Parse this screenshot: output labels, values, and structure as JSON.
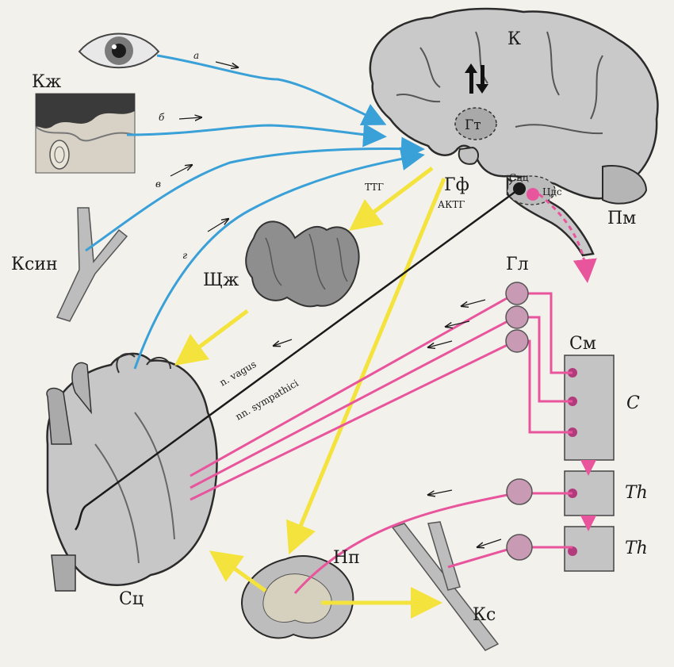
{
  "colors": {
    "afferent": "#3aa0d8",
    "hormone": "#f3e33c",
    "sympathetic": "#e8559c",
    "vagus": "#1a1a1a",
    "organ": "#bdbdbd",
    "organ_dark": "#6e6e6e",
    "background": "#f3f1ec"
  },
  "labels": {
    "cortex": "К",
    "hypothalamus": "Гт",
    "pituitary": "Гф",
    "medulla": "Пм",
    "cardio_center": "Сцц",
    "respiratory_center": "Цдс",
    "skin": "Кж",
    "vessel_receptor": "Ксин",
    "thyroid": "Щж",
    "heart": "Сц",
    "adrenal": "Нп",
    "vessel": "Кс",
    "ganglion": "Гл",
    "spinal_cord": "См",
    "seg_c": "C",
    "seg_th1": "Th",
    "seg_th2": "Th",
    "tsh": "ТТГ",
    "acth": "АКТГ",
    "n_vagus": "n. vagus",
    "nn_sympathici": "nn. sympathici",
    "path_a": "а",
    "path_b": "б",
    "path_v": "в",
    "path_g": "г"
  }
}
